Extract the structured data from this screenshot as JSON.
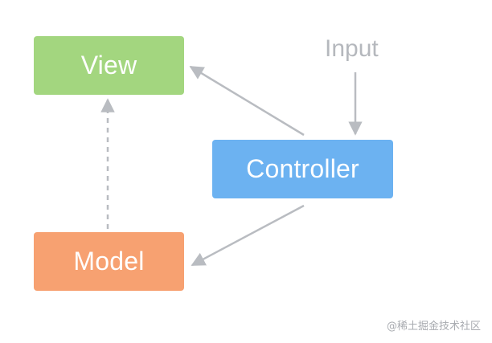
{
  "diagram": {
    "nodes": {
      "view": {
        "label": "View",
        "color": "#a3d67f"
      },
      "controller": {
        "label": "Controller",
        "color": "#6cb2f1"
      },
      "model": {
        "label": "Model",
        "color": "#f7a171"
      }
    },
    "input_label": "Input",
    "edges": [
      {
        "from": "Controller",
        "to": "View",
        "style": "solid"
      },
      {
        "from": "Controller",
        "to": "Model",
        "style": "solid"
      },
      {
        "from": "Input",
        "to": "Controller",
        "style": "solid"
      },
      {
        "from": "Model",
        "to": "View",
        "style": "dashed"
      }
    ],
    "arrow_color": "#b9bcc1"
  },
  "watermark": "@稀土掘金技术社区"
}
